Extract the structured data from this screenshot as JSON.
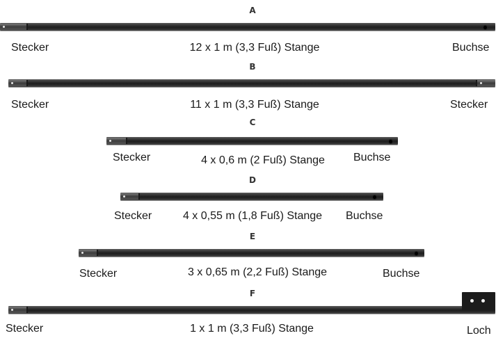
{
  "rods": [
    {
      "letter": "A",
      "left_label": "Stecker",
      "center_label": "12 x 1 m (3,3 Fuß) Stange",
      "right_label": "Buchse"
    },
    {
      "letter": "B",
      "left_label": "Stecker",
      "center_label": "11 x 1 m (3,3 Fuß) Stange",
      "right_label": "Stecker"
    },
    {
      "letter": "C",
      "left_label": "Stecker",
      "center_label": "4 x 0,6 m (2 Fuß) Stange",
      "right_label": "Buchse"
    },
    {
      "letter": "D",
      "left_label": "Stecker",
      "center_label": "4 x 0,55 m (1,8 Fuß) Stange",
      "right_label": "Buchse"
    },
    {
      "letter": "E",
      "left_label": "Stecker",
      "center_label": "3 x 0,65 m (2,2 Fuß) Stange",
      "right_label": "Buchse"
    },
    {
      "letter": "F",
      "left_label": "Stecker",
      "center_label": "1 x 1 m (3,3 Fuß) Stange",
      "right_label": "Loch"
    }
  ]
}
